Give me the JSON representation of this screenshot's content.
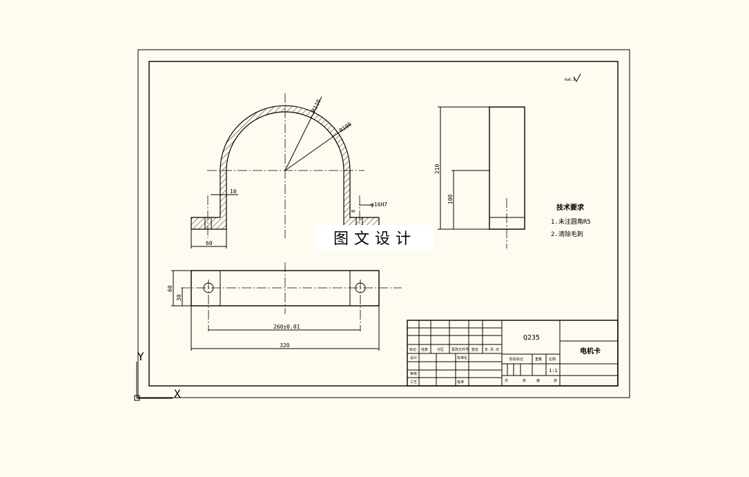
{
  "drawing": {
    "dims": {
      "r_outer": "R110",
      "r_inner": "R100",
      "wall": "10",
      "hole_fit": "φ16H7",
      "small_dim": "8",
      "foot_width": "60",
      "height_total": "210",
      "height_part": "100",
      "base_width": "60",
      "base_half": "30",
      "hole_spacing": "260±0.01",
      "total_length": "320"
    },
    "roughness": "Ra6.3",
    "tech_req": {
      "title": "技术要求",
      "items": [
        "1.未注圆角R5",
        "2.清除毛刺"
      ]
    },
    "watermark": "图文设计"
  },
  "title_block": {
    "material": "Q235",
    "part_name": "电机卡",
    "scale": "1:1",
    "cells": [
      "标记",
      "处数",
      "分区",
      "更改文件号",
      "签名",
      "年.月.日",
      "设计",
      "标准化",
      "阶段标记",
      "重量",
      "比例",
      "审核",
      "工艺",
      "批准",
      "共",
      "张",
      "第",
      "张"
    ]
  },
  "ucs": {
    "x_label": "X",
    "y_label": "Y"
  }
}
